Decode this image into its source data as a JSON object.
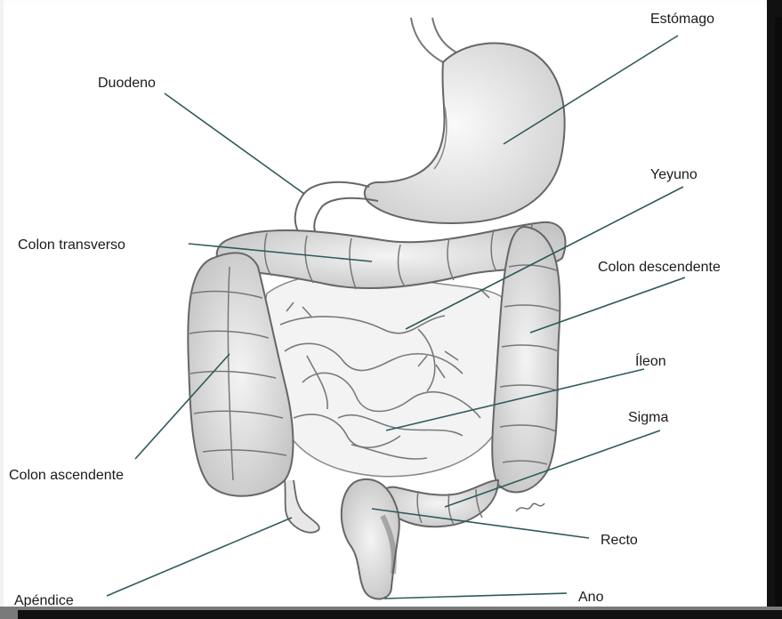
{
  "labels": {
    "estomago": "Estómago",
    "duodeno": "Duodeno",
    "yeyuno": "Yeyuno",
    "colon_transverso": "Colon transverso",
    "colon_descendente": "Colon descendente",
    "ileon": "Íleon",
    "sigma": "Sigma",
    "colon_ascendente": "Colon ascendente",
    "recto": "Recto",
    "apendice": "Apéndice",
    "ano": "Ano"
  },
  "colors": {
    "leader_line": "#2f5a5a",
    "sketch": "#6e6e6e",
    "shade": "#c9c9c9",
    "frame": "#111111"
  }
}
